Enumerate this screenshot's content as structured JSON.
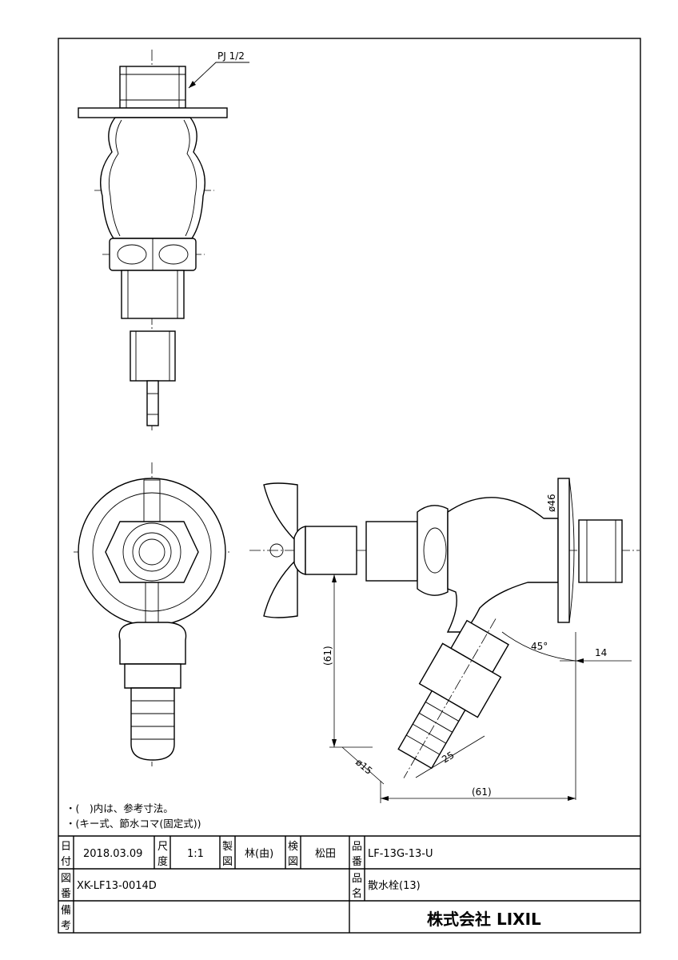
{
  "callouts": {
    "thread": "PJ 1/2",
    "dia46": "ø46",
    "dim61_v": "(61)",
    "angle45": "45°",
    "dim14": "14",
    "dia15": "ø15",
    "dim25": "25",
    "dim61_h": "(61)"
  },
  "notes": [
    "・(　)内は、参考寸法。",
    "・(キー式、節水コマ(固定式))"
  ],
  "title_block": {
    "date_label_1": "日",
    "date_label_2": "付",
    "date": "2018.03.09",
    "scale_label_1": "尺",
    "scale_label_2": "度",
    "scale": "1:1",
    "drawn_label_1": "製",
    "drawn_label_2": "図",
    "drawn_by": "林(由)",
    "checked_label_1": "検",
    "checked_label_2": "図",
    "checked_by": "松田",
    "product_no_label_1": "品",
    "product_no_label_2": "番",
    "product_no": "LF-13G-13-U",
    "drawing_no_label_1": "図",
    "drawing_no_label_2": "番",
    "drawing_no": "XK-LF13-0014D",
    "product_name_label_1": "品",
    "product_name_label_2": "名",
    "product_name": "散水栓(13)",
    "remarks_label_1": "備",
    "remarks_label_2": "考",
    "company": "株式会社 LIXIL"
  }
}
